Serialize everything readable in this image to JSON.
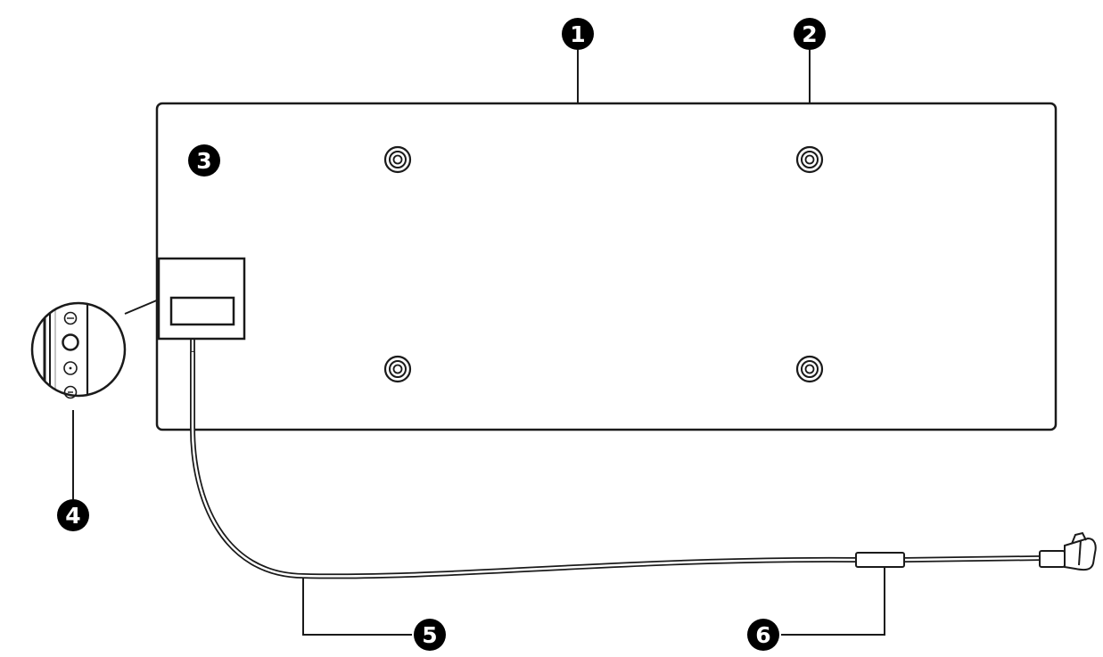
{
  "callouts": [
    {
      "id": "c1",
      "label": "1"
    },
    {
      "id": "c2",
      "label": "2"
    },
    {
      "id": "c3",
      "label": "3"
    },
    {
      "id": "c4",
      "label": "4"
    },
    {
      "id": "c5",
      "label": "5"
    },
    {
      "id": "c6",
      "label": "6"
    }
  ],
  "colors": {
    "stroke": "#1a1a1a",
    "badge": "#000000",
    "badge_text": "#ffffff",
    "background": "#ffffff"
  }
}
